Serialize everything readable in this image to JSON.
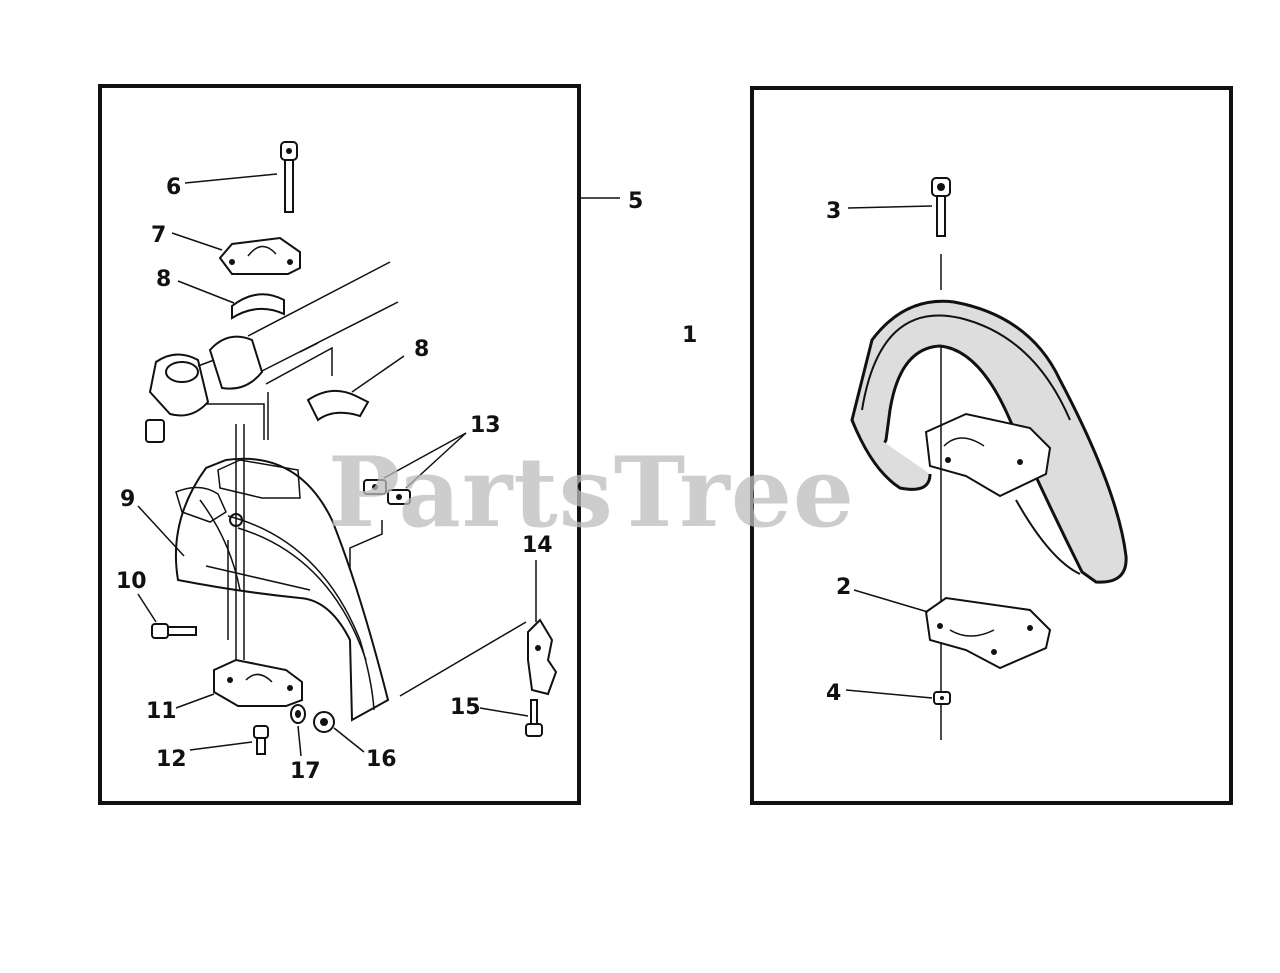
{
  "watermark": "PartsTree",
  "assembly_label": "1",
  "left_panel": {
    "panel_label": "5",
    "callouts": {
      "p6": "6",
      "p7": "7",
      "p8a": "8",
      "p8b": "8",
      "p9": "9",
      "p10": "10",
      "p11": "11",
      "p12": "12",
      "p13": "13",
      "p14": "14",
      "p15": "15",
      "p16": "16",
      "p17": "17"
    }
  },
  "right_panel": {
    "callouts": {
      "p2": "2",
      "p3": "3",
      "p4": "4"
    }
  },
  "colors": {
    "ink": "#111111",
    "watermark": "#bdbdbd",
    "background": "#ffffff"
  }
}
